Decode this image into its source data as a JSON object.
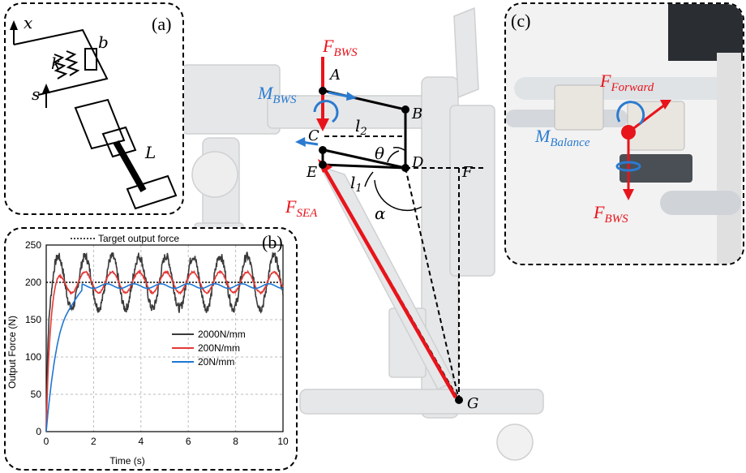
{
  "panel_a": {
    "label": "(a)",
    "x": "x",
    "s": "s",
    "k": "k",
    "b": "b",
    "L": "L"
  },
  "panel_b": {
    "label": "(b)",
    "legend_target": "Target output force"
  },
  "panel_c": {
    "label": "(c)",
    "f_forward": "F",
    "f_forward_sub": "Forward",
    "m_balance": "M",
    "m_balance_sub": "Balance",
    "f_bws": "F",
    "f_bws_sub": "BWS"
  },
  "main": {
    "f_bws": "F",
    "f_bws_sub": "BWS",
    "m_bws": "M",
    "m_bws_sub": "BWS",
    "f_sea": "F",
    "f_sea_sub": "SEA",
    "pt_a": "A",
    "pt_b": "B",
    "pt_c": "C",
    "pt_d": "D",
    "pt_e": "E",
    "pt_f": "F",
    "pt_g": "G",
    "l2": "l",
    "l2_sub": "2",
    "l1": "l",
    "l1_sub": "1",
    "theta": "θ",
    "alpha": "α"
  },
  "colors": {
    "force": "#e8141b",
    "moment": "#2b7bd0"
  },
  "chart_data": {
    "type": "line",
    "xlabel": "Time (s)",
    "ylabel": "Output Force (N)",
    "xlim": [
      0,
      10
    ],
    "ylim": [
      0,
      250
    ],
    "xticks": [
      0,
      2,
      4,
      6,
      8,
      10
    ],
    "yticks": [
      0,
      50,
      100,
      150,
      200,
      250
    ],
    "grid": true,
    "legend_placement": "bottom-right",
    "target": 200,
    "series": [
      {
        "name": "2000N/mm",
        "color": "#3a3a3a",
        "period": 1.14,
        "amplitude": 35,
        "noise": 12,
        "tau": 0.08
      },
      {
        "name": "200N/mm",
        "color": "#e53935",
        "period": 1.14,
        "amplitude": 14,
        "noise": 2,
        "tau": 0.15
      },
      {
        "name": "20N/mm",
        "color": "#1f77d4",
        "period": 1.14,
        "amplitude": 3,
        "noise": 0,
        "tau": 0.55
      }
    ]
  }
}
